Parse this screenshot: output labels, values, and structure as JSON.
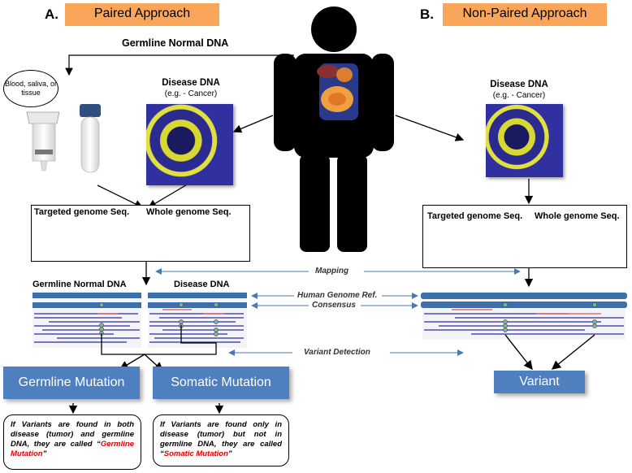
{
  "sections": {
    "a_letter": "A.",
    "a_title": "Paired Approach",
    "b_letter": "B.",
    "b_title": "Non-Paired Approach"
  },
  "labels": {
    "germline_normal_dna_top": "Germline Normal DNA",
    "sample_source": "Blood, saliva, or tissue",
    "disease_dna_left": "Disease DNA",
    "disease_dna_left_sub": "(e.g. - Cancer)",
    "disease_dna_right": "Disease DNA",
    "disease_dna_right_sub": "(e.g. - Cancer)",
    "targeted_seq_left": "Targeted genome Seq.",
    "whole_seq_left": "Whole genome Seq.",
    "targeted_seq_right": "Targeted genome Seq.",
    "whole_seq_right": "Whole genome Seq.",
    "mapping": "Mapping",
    "germline_normal_dna_mid": "Germline Normal DNA",
    "disease_dna_mid": "Disease DNA",
    "human_genome_ref": "Human Genome Ref.",
    "consensus": "Consensus",
    "variant_detection": "Variant Detection"
  },
  "results": {
    "germline": "Germline Mutation",
    "somatic": "Somatic Mutation",
    "variant": "Variant"
  },
  "notes": {
    "germline_text": "If Variants are found in both disease (tumor) and germline DNA, they are called “",
    "germline_term": "Germline Mutation",
    "germline_close": "”",
    "somatic_text": "If Variants are found only in disease (tumor) but not in germline DNA, they are called “",
    "somatic_term": "Somatic Mutation",
    "somatic_close": "”"
  },
  "colors": {
    "orange": "#f9a65a",
    "blue_box": "#4f7fbf",
    "ref_bar": "#3f6fa8",
    "arrow_blue": "#4a78b8",
    "red": "#e00000"
  }
}
